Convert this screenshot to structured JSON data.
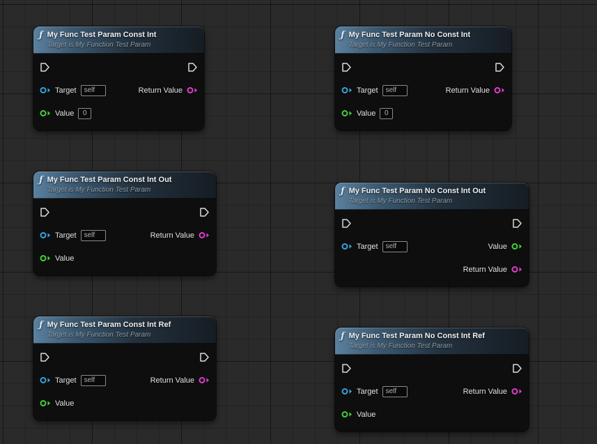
{
  "icons": {
    "function_glyph": "ƒ"
  },
  "pin_colors": {
    "exec": "#dcdcdc",
    "object": "#37a5dd",
    "int": "#43d139",
    "return": "#e23ccd"
  },
  "nodes": [
    {
      "title": "My Func Test Param Const Int",
      "subtitle": "Target is My Function Test Param",
      "pins": {
        "target_label": "Target",
        "target_value": "self",
        "value_label": "Value",
        "value_value": "0",
        "return_label": "Return Value"
      }
    },
    {
      "title": "My Func Test Param No Const Int",
      "subtitle": "Target is My Function Test Param",
      "pins": {
        "target_label": "Target",
        "target_value": "self",
        "value_label": "Value",
        "value_value": "0",
        "return_label": "Return Value"
      }
    },
    {
      "title": "My Func Test Param Const Int Out",
      "subtitle": "Target is My Function Test Param",
      "pins": {
        "target_label": "Target",
        "target_value": "self",
        "value_label": "Value",
        "return_label": "Return Value"
      }
    },
    {
      "title": "My Func Test Param No Const Int Out",
      "subtitle": "Target is My Function Test Param",
      "pins": {
        "target_label": "Target",
        "target_value": "self",
        "value_label": "Value",
        "return_label": "Return Value"
      }
    },
    {
      "title": "My Func Test Param Const Int Ref",
      "subtitle": "Target is My Function Test Param",
      "pins": {
        "target_label": "Target",
        "target_value": "self",
        "value_label": "Value",
        "return_label": "Return Value"
      }
    },
    {
      "title": "My Func Test Param No Const Int Ref",
      "subtitle": "Target is My Function Test Param",
      "pins": {
        "target_label": "Target",
        "target_value": "self",
        "value_label": "Value",
        "return_label": "Return Value"
      }
    }
  ]
}
